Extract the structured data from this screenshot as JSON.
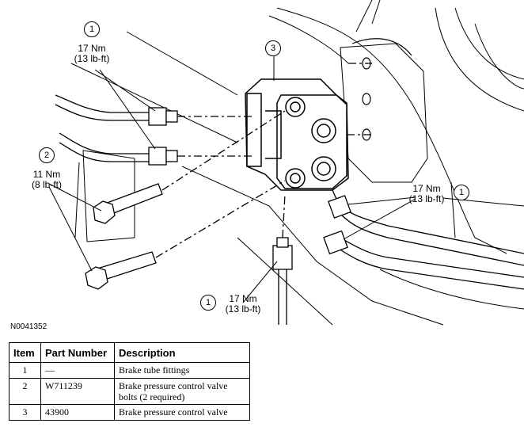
{
  "callouts": {
    "top_left": {
      "number": "1",
      "torque_nm": "17 Nm",
      "torque_lbft": "(13 lb-ft)"
    },
    "left": {
      "number": "2",
      "torque_nm": "11 Nm",
      "torque_lbft": "(8 lb-ft)"
    },
    "component": {
      "number": "3"
    },
    "right": {
      "number": "1",
      "torque_nm": "17 Nm",
      "torque_lbft": "(13 lb-ft)"
    },
    "bottom": {
      "number": "1",
      "torque_nm": "17 Nm",
      "torque_lbft": "(13 lb-ft)"
    }
  },
  "figure_id": "N0041352",
  "parts_table": {
    "headers": {
      "item": "Item",
      "part_number": "Part Number",
      "description": "Description"
    },
    "rows": [
      {
        "item": "1",
        "part_number": "—",
        "description": "Brake tube fittings"
      },
      {
        "item": "2",
        "part_number": "W711239",
        "description": "Brake pressure control valve bolts (2 required)"
      },
      {
        "item": "3",
        "part_number": "43900",
        "description": "Brake pressure control valve"
      }
    ]
  }
}
